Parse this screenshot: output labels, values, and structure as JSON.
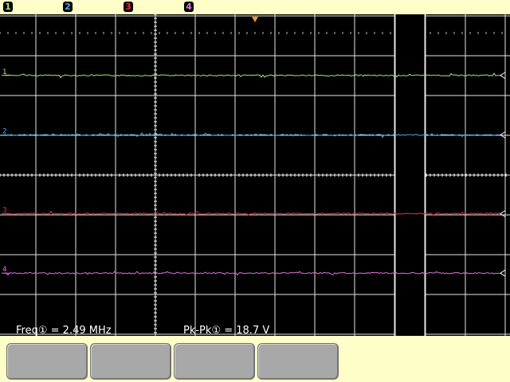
{
  "channels": [
    {
      "number": "1",
      "color": "#9fe87a"
    },
    {
      "number": "2",
      "color": "#4aa8e8"
    },
    {
      "number": "3",
      "color": "#ff2a2a"
    },
    {
      "number": "4",
      "color": "#e070e0"
    }
  ],
  "trigger_marker": {
    "color": "#ff9a1a",
    "icon": "trigger-position-icon"
  },
  "measurements": {
    "freq_label": "Freq",
    "freq_channel": "①",
    "freq_value": "2.49 MHz",
    "pkpk_label": "Pk-Pk",
    "pkpk_channel": "①",
    "pkpk_value": "18.7 V"
  },
  "softkeys": [
    {
      "label": ""
    },
    {
      "label": ""
    },
    {
      "label": ""
    },
    {
      "label": ""
    }
  ],
  "traces": [
    {
      "channel": "1",
      "level_fraction": 0.19,
      "color": "#9fe87a"
    },
    {
      "channel": "2",
      "level_fraction": 0.375,
      "color": "#4aa8e8"
    },
    {
      "channel": "3",
      "level_fraction": 0.62,
      "color": "#ff2a2a"
    },
    {
      "channel": "4",
      "level_fraction": 0.805,
      "color": "#e070e0"
    }
  ]
}
